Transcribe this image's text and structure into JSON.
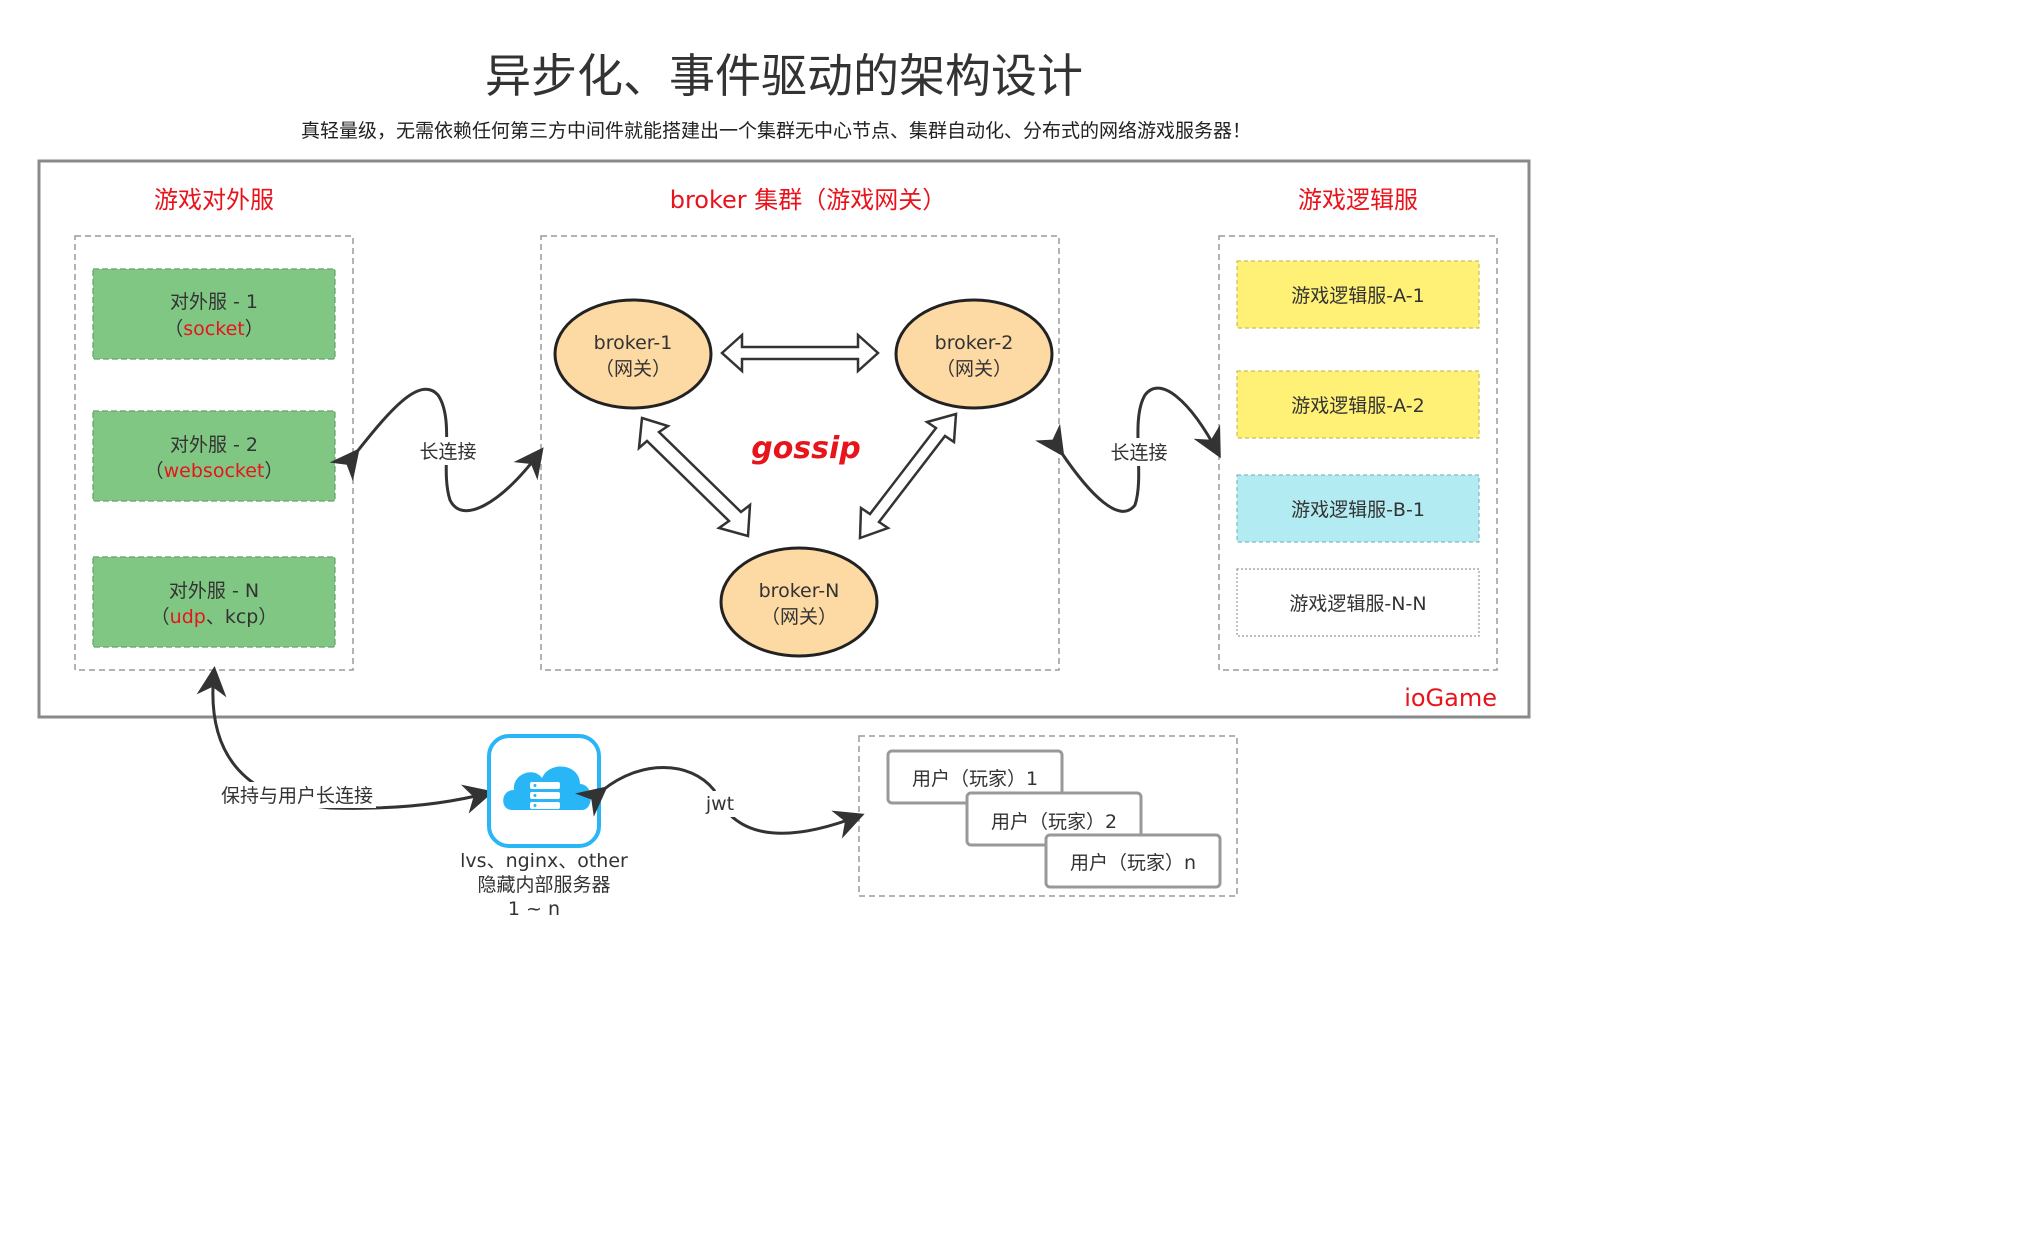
{
  "header": {
    "title": "异步化、事件驱动的架构设计",
    "subtitle": "真轻量级，无需依赖任何第三方中间件就能搭建出一个集群无中心节点、集群自动化、分布式的网络游戏服务器！"
  },
  "external": {
    "title": "游戏对外服",
    "servers": [
      {
        "name": "对外服 - 1",
        "open": "（",
        "proto": "socket",
        "rest": "",
        "close": "）"
      },
      {
        "name": "对外服 - 2",
        "open": "（",
        "proto": "websocket",
        "rest": "",
        "close": "）"
      },
      {
        "name": "对外服 - N",
        "open": "（",
        "proto": "udp",
        "rest": "、kcp",
        "close": "）"
      }
    ]
  },
  "broker": {
    "title": "broker 集群（游戏网关）",
    "nodes": [
      {
        "name": "broker-1",
        "sub": "（网关）"
      },
      {
        "name": "broker-2",
        "sub": "（网关）"
      },
      {
        "name": "broker-N",
        "sub": "（网关）"
      }
    ],
    "gossip": "gossip"
  },
  "logic": {
    "title": "游戏逻辑服",
    "servers": [
      {
        "label": "游戏逻辑服-A-1",
        "color": "#fff176"
      },
      {
        "label": "游戏逻辑服-A-2",
        "color": "#fff176"
      },
      {
        "label": "游戏逻辑服-B-1",
        "color": "#b2ebf2"
      },
      {
        "label": "游戏逻辑服-N-N",
        "color": "#ffffff"
      }
    ]
  },
  "edges": {
    "left_link": "长连接",
    "right_link": "长连接",
    "user_link": "保持与用户长连接",
    "jwt": "jwt"
  },
  "frame_label": "ioGame",
  "proxy": {
    "icon": "cloud-server-icon",
    "line1": "lvs、nginx、other",
    "line2": "隐藏内部服务器",
    "line3": "1 ~ n"
  },
  "users": [
    {
      "label": "用户（玩家）1"
    },
    {
      "label": "用户（玩家）2"
    },
    {
      "label": "用户（玩家）n"
    }
  ],
  "colors": {
    "accent_red": "#e8141c",
    "external_green": "#81c784",
    "broker_orange": "#fdd9a4",
    "logic_yellow": "#fff176",
    "logic_cyan": "#b2ebf2",
    "proxy_blue": "#29b6f6"
  }
}
